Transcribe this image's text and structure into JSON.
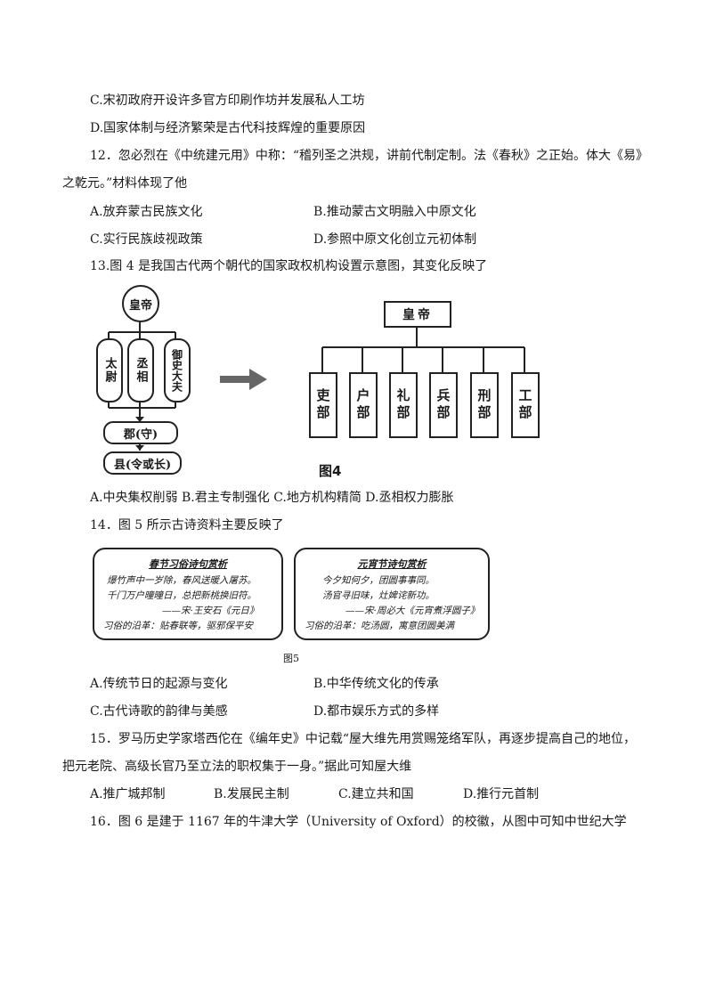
{
  "q11": {
    "optC": "C.宋初政府开设许多官方印刷作坊并发展私人工坊",
    "optD": "D.国家体制与经济繁荣是古代科技辉煌的重要原因"
  },
  "q12": {
    "stem_l1": "12．忽必烈在《中统建元⽤》中称：“稽列圣之洪规，讲前代制定制。法《春秋》之正始。体大《易》",
    "stem_l2": "之乾元。”材料体现了他",
    "optA": "A.放弃蒙古民族文化",
    "optB": "B.推动蒙古文明融入中原文化",
    "optC": "C.实行民族歧视政策",
    "optD": "D.参照中原文化创立元初体制"
  },
  "q13": {
    "stem": "13.图 4 是我国古代两个朝代的国家政权机构设置示意图，其变化反映了",
    "options": "A.中央集权削弱  B.君主专制强化  C.地方机构精简      D.丞相权力膨胀",
    "fig": {
      "left_top": "皇帝",
      "left_col1": "太尉",
      "left_col2": "丞相",
      "left_col3": "御史大夫",
      "left_mid": "郡(守)",
      "left_bottom": "县(令或长)",
      "right_top": "皇帝",
      "depts": [
        "吏部",
        "户部",
        "礼部",
        "兵部",
        "刑部",
        "工部"
      ],
      "caption": "图4"
    }
  },
  "q14": {
    "stem": "14．图 5 所示古诗资料主要反映了",
    "card1": {
      "title": "春节习俗诗句赏析",
      "l1": "爆竹声中一岁除，春风送暖入屠苏。",
      "l2": "千门万户曈曈日，总把新桃换旧符。",
      "l3": "——宋·王安石《元日》",
      "l4": "习俗的沿革：贴春联等，驱邪保平安"
    },
    "card2": {
      "title": "元宵节诗句赏析",
      "l1": "今夕知何夕，团圆事事同。",
      "l2": "汤官寻旧味，灶婢诧新功。",
      "l3": "——宋·周必大《元宵煮浮圆子》",
      "l4": "习俗的沿革：吃汤圆，寓意团圆美满"
    },
    "caption": "图5",
    "optA": "A.传统节日的起源与变化",
    "optB": "B.中华传统文化的传承",
    "optC": "C.古代诗歌的韵律与美感",
    "optD": "D.都市娱乐方式的多样"
  },
  "q15": {
    "stem_l1": "15．罗马历史学家塔西佗在《编年史》中记载“屋大维先用赏赐笼络军队，再逐步提高自己的地位，",
    "stem_l2": "把元老院、高级长官乃至立法的职权集于一身。”据此可知屋大维",
    "optA": "A.推广城邦制",
    "optB": "B.发展民主制",
    "optC": "C.建立共和国",
    "optD": "D.推行元首制"
  },
  "q16": {
    "stem": "16．图 6 是建于 1167 年的牛津大学（University of Oxford）的校徽，从图中可知中世纪大学"
  }
}
